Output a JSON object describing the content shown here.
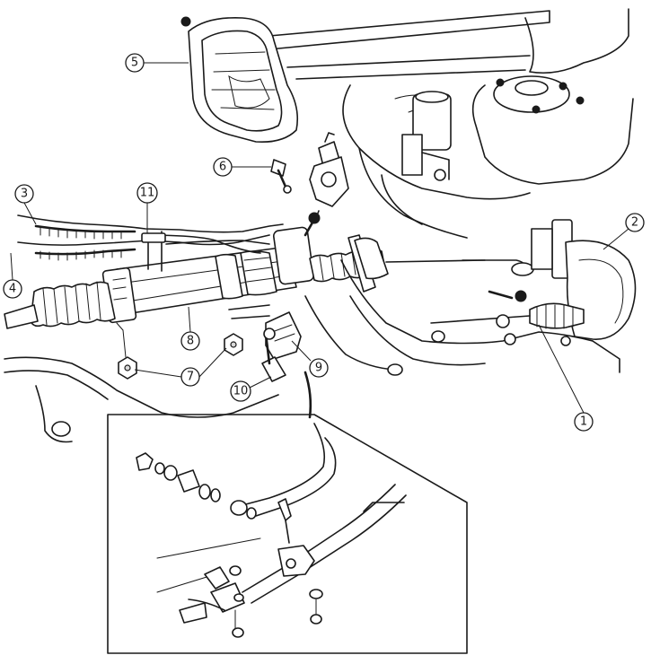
{
  "figure": {
    "subject": "steering-rack-assembly",
    "callouts": [
      {
        "id": "c1",
        "label": "1"
      },
      {
        "id": "c2",
        "label": "2"
      },
      {
        "id": "c3",
        "label": "3"
      },
      {
        "id": "c4",
        "label": "4"
      },
      {
        "id": "c5",
        "label": "5"
      },
      {
        "id": "c6",
        "label": "6"
      },
      {
        "id": "c7",
        "label": "7"
      },
      {
        "id": "c8",
        "label": "8"
      },
      {
        "id": "c9",
        "label": "9"
      },
      {
        "id": "c10",
        "label": "10"
      },
      {
        "id": "c11",
        "label": "11"
      }
    ]
  },
  "colors": {
    "ink": "#1a1a1a",
    "paper": "#ffffff",
    "shade": "#d9d9d9"
  }
}
